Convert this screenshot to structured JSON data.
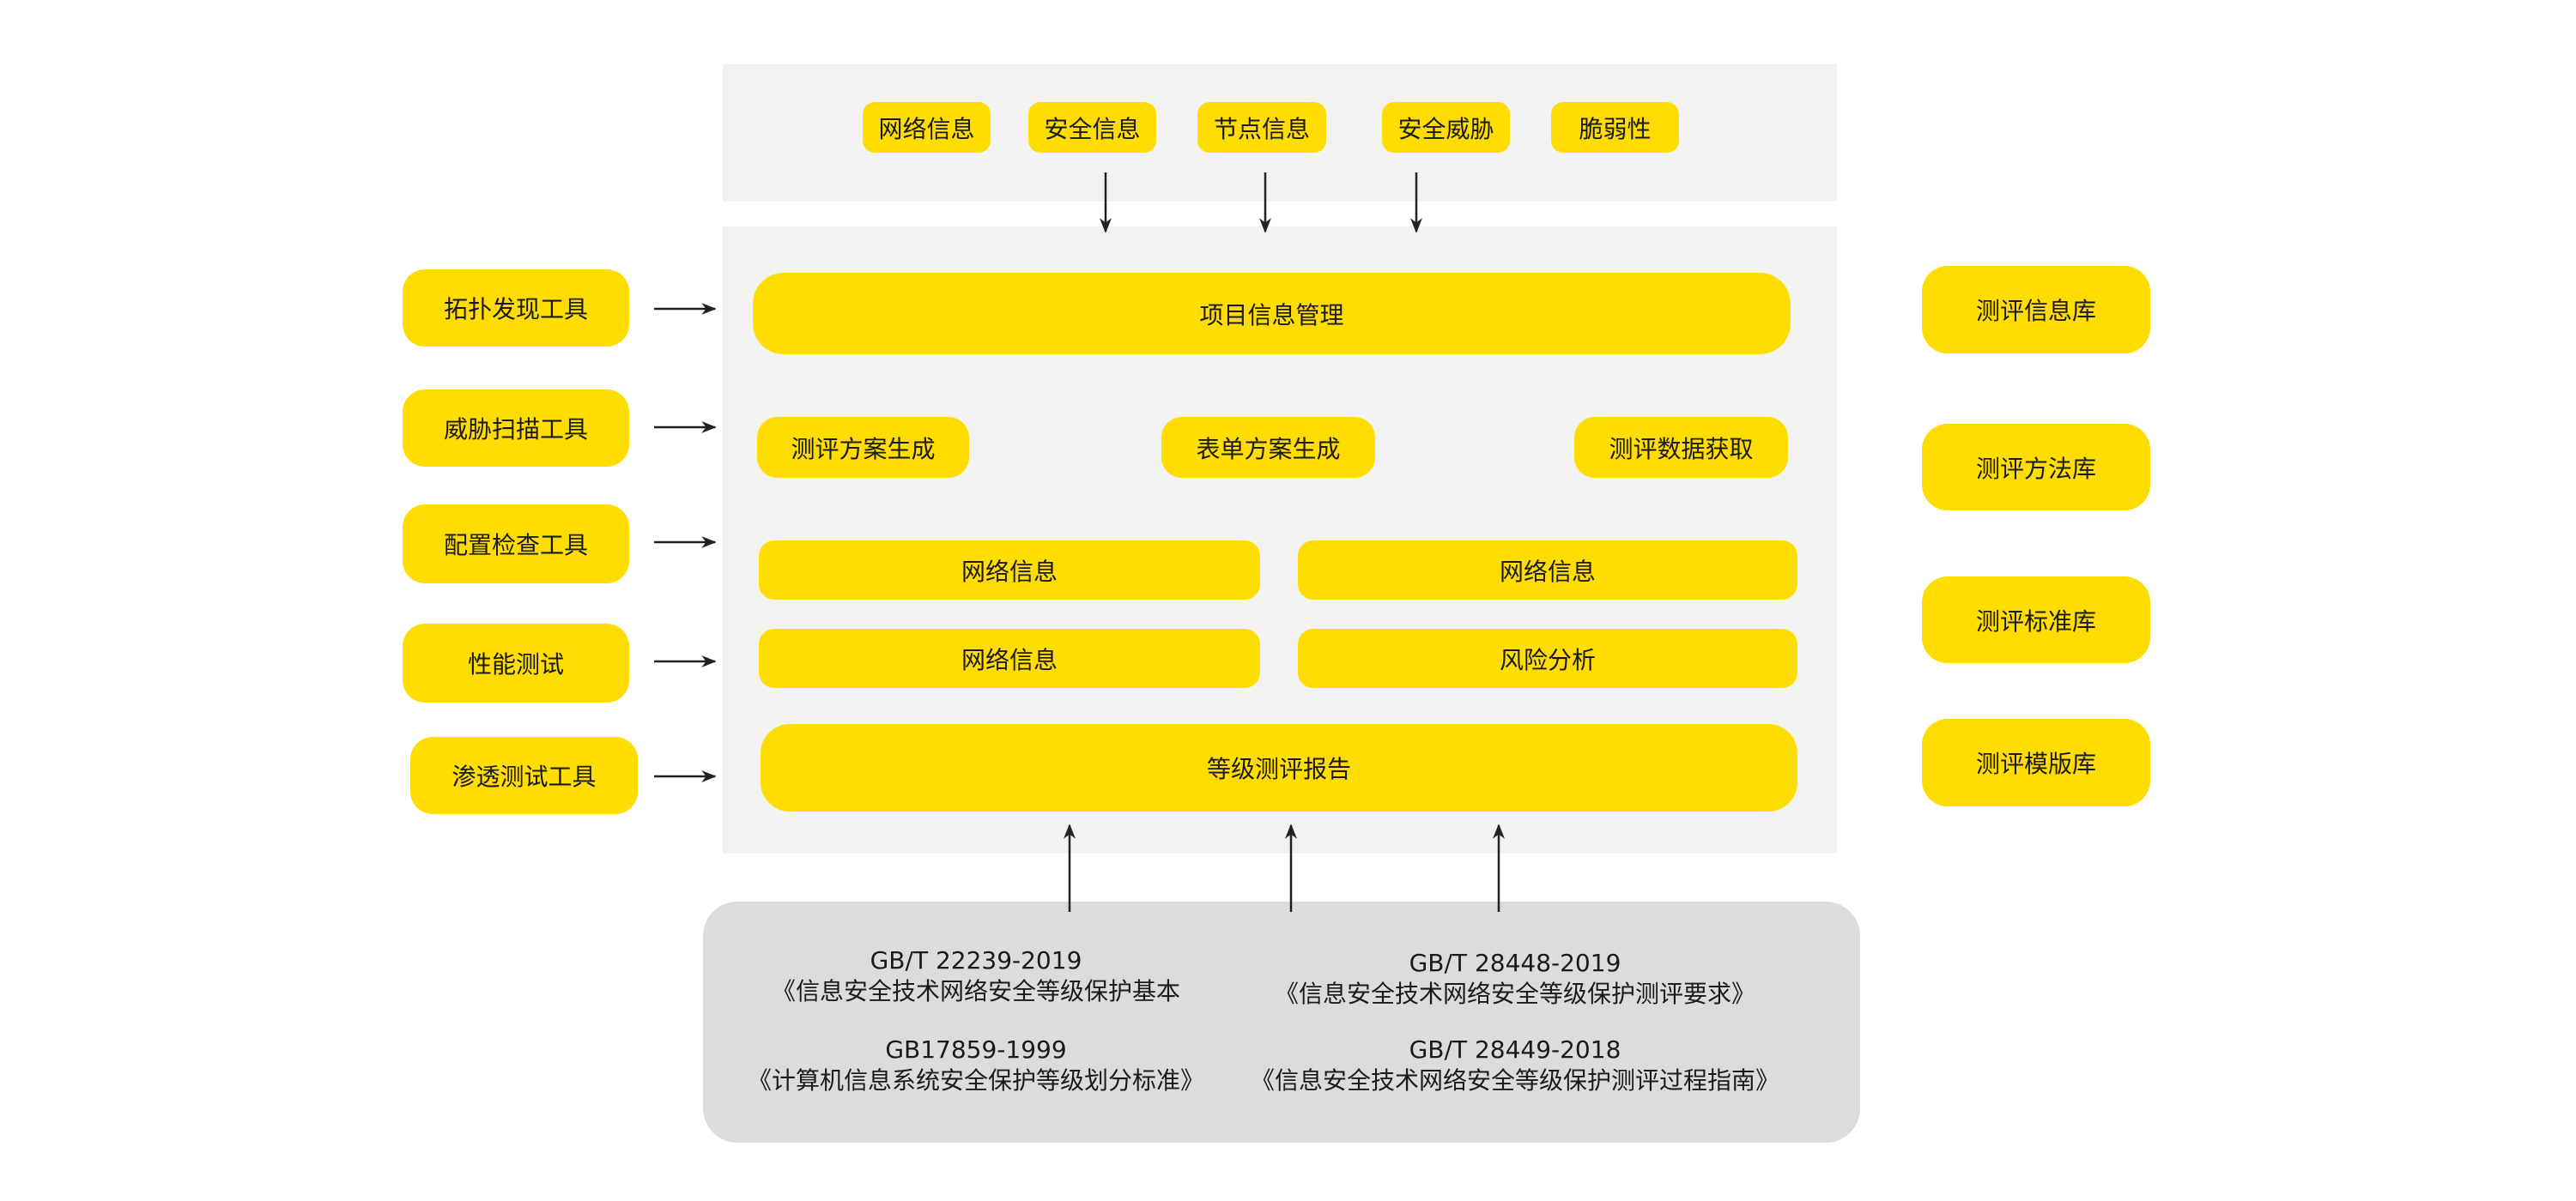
{
  "data_sources": [
    "网络信息",
    "安全信息",
    "节点信息",
    "安全威胁",
    "脆弱性"
  ],
  "platform": {
    "project_management": "项目信息管理",
    "generation_row": [
      "测评方案生成",
      "表单方案生成",
      "测评数据获取"
    ],
    "grid": [
      "网络信息",
      "网络信息",
      "网络信息",
      "风险分析"
    ],
    "report": "等级测评报告"
  },
  "tools": [
    "拓扑发现工具",
    "威胁扫描工具",
    "配置检查工具",
    "性能测试",
    "渗透测试工具"
  ],
  "libraries": [
    "测评信息库",
    "测评方法库",
    "测评标准库",
    "测评模版库"
  ],
  "standards": [
    {
      "code": "GB/T 22239-2019",
      "title": "《信息安全技术网络安全等级保护基本"
    },
    {
      "code": "GB/T 28448-2019",
      "title": "《信息安全技术网络安全等级保护测评要求》"
    },
    {
      "code": "GB17859-1999",
      "title": "《计算机信息系统安全保护等级划分标准》"
    },
    {
      "code": "GB/T 28449-2018",
      "title": "《信息安全技术网络安全等级保护测评过程指南》"
    }
  ],
  "colors": {
    "accent": "#ffdd00",
    "panel": "#f2f2f0",
    "standards_panel": "#dcdcdc",
    "arrow": "#222222"
  }
}
